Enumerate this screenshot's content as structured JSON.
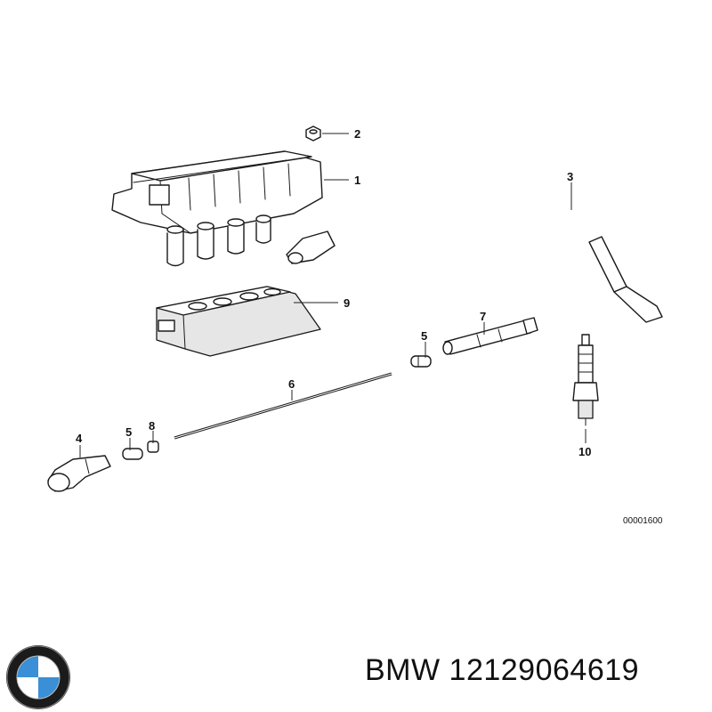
{
  "diagram": {
    "callouts": {
      "c1": "1",
      "c2": "2",
      "c3": "3",
      "c4": "4",
      "c5a": "5",
      "c5b": "5",
      "c6": "6",
      "c7": "7",
      "c8": "8",
      "c9": "9",
      "c10": "10"
    },
    "reference_number": "00001600"
  },
  "footer": {
    "brand": "BMW",
    "part_number": "12129064619",
    "logo_icon": "bmw-roundel-icon",
    "logo_colors": {
      "blue": "#3a8fd6",
      "white": "#ffffff",
      "ring": "#1b1b1b"
    }
  }
}
